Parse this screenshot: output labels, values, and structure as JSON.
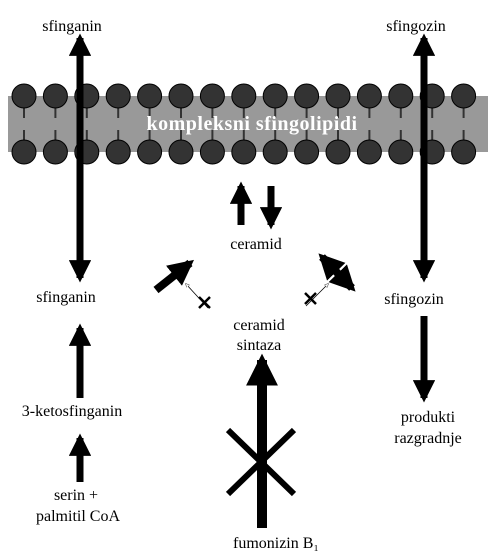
{
  "membrane_label": "kompleksni sfingolipidi",
  "labels": {
    "sfinganin_top": "sfinganin",
    "sfingozin_top": "sfingozin",
    "ceramid": "ceramid",
    "sfinganin_mid": "sfinganin",
    "sfingozin_mid": "sfingozin",
    "ceramid_sintaza_1": "ceramid",
    "ceramid_sintaza_2": "sintaza",
    "ketosfinganin": "3-ketosfinganin",
    "produkti_1": "produkti",
    "produkti_2": "razgradnje",
    "serin_1": "serin +",
    "serin_2": "palmitil CoA",
    "fumonizin": "fumonizin B₁"
  },
  "colors": {
    "arrow": "#000000",
    "membrane_fill": "#999999",
    "head_fill": "#333333"
  }
}
